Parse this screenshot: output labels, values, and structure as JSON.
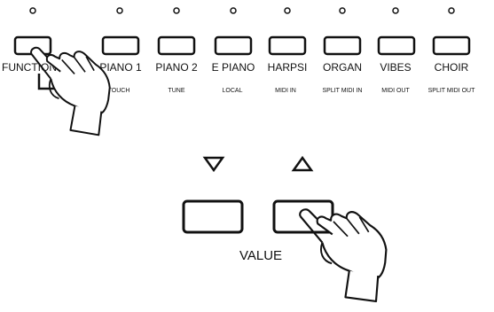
{
  "buttons": [
    {
      "label": "FUNCTION",
      "sub": ""
    },
    {
      "label": "PIANO 1",
      "sub": "TOUCH"
    },
    {
      "label": "PIANO 2",
      "sub": "TUNE"
    },
    {
      "label": "E PIANO",
      "sub": "LOCAL"
    },
    {
      "label": "HARPSI",
      "sub": "MIDI IN"
    },
    {
      "label": "ORGAN",
      "sub": "SPLIT MIDI IN"
    },
    {
      "label": "VIBES",
      "sub": "MIDI OUT"
    },
    {
      "label": "CHOIR",
      "sub": "SPLIT MIDI OUT"
    }
  ],
  "value": {
    "label": "VALUE",
    "down_symbol": "▽",
    "up_symbol": "△"
  },
  "icons": {
    "led": "led-indicator-icon",
    "hand": "pointing-hand-icon",
    "down": "down-triangle-icon",
    "up": "up-triangle-icon"
  }
}
